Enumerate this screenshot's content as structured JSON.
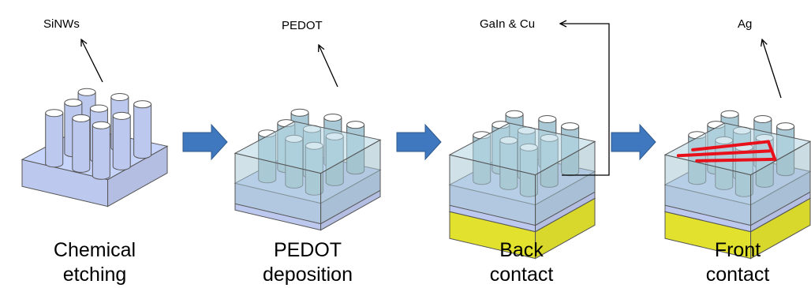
{
  "callouts": {
    "sinws": "SiNWs",
    "pedot": "PEDOT",
    "gain_cu": "GaIn & Cu",
    "ag": "Ag"
  },
  "steps": [
    {
      "line1": "Chemical",
      "line2": "etching"
    },
    {
      "line1": "PEDOT",
      "line2": "deposition"
    },
    {
      "line1": "Back",
      "line2": "contact"
    },
    {
      "line1": "Front",
      "line2": "contact"
    }
  ],
  "colors": {
    "substrate": "#bcc8ee",
    "polymer": "#a9c9d6",
    "back_contact": "#e2e22e",
    "front_contact": "#e8101a",
    "process_arrow": "#3f78bf",
    "outline": "#555555"
  }
}
